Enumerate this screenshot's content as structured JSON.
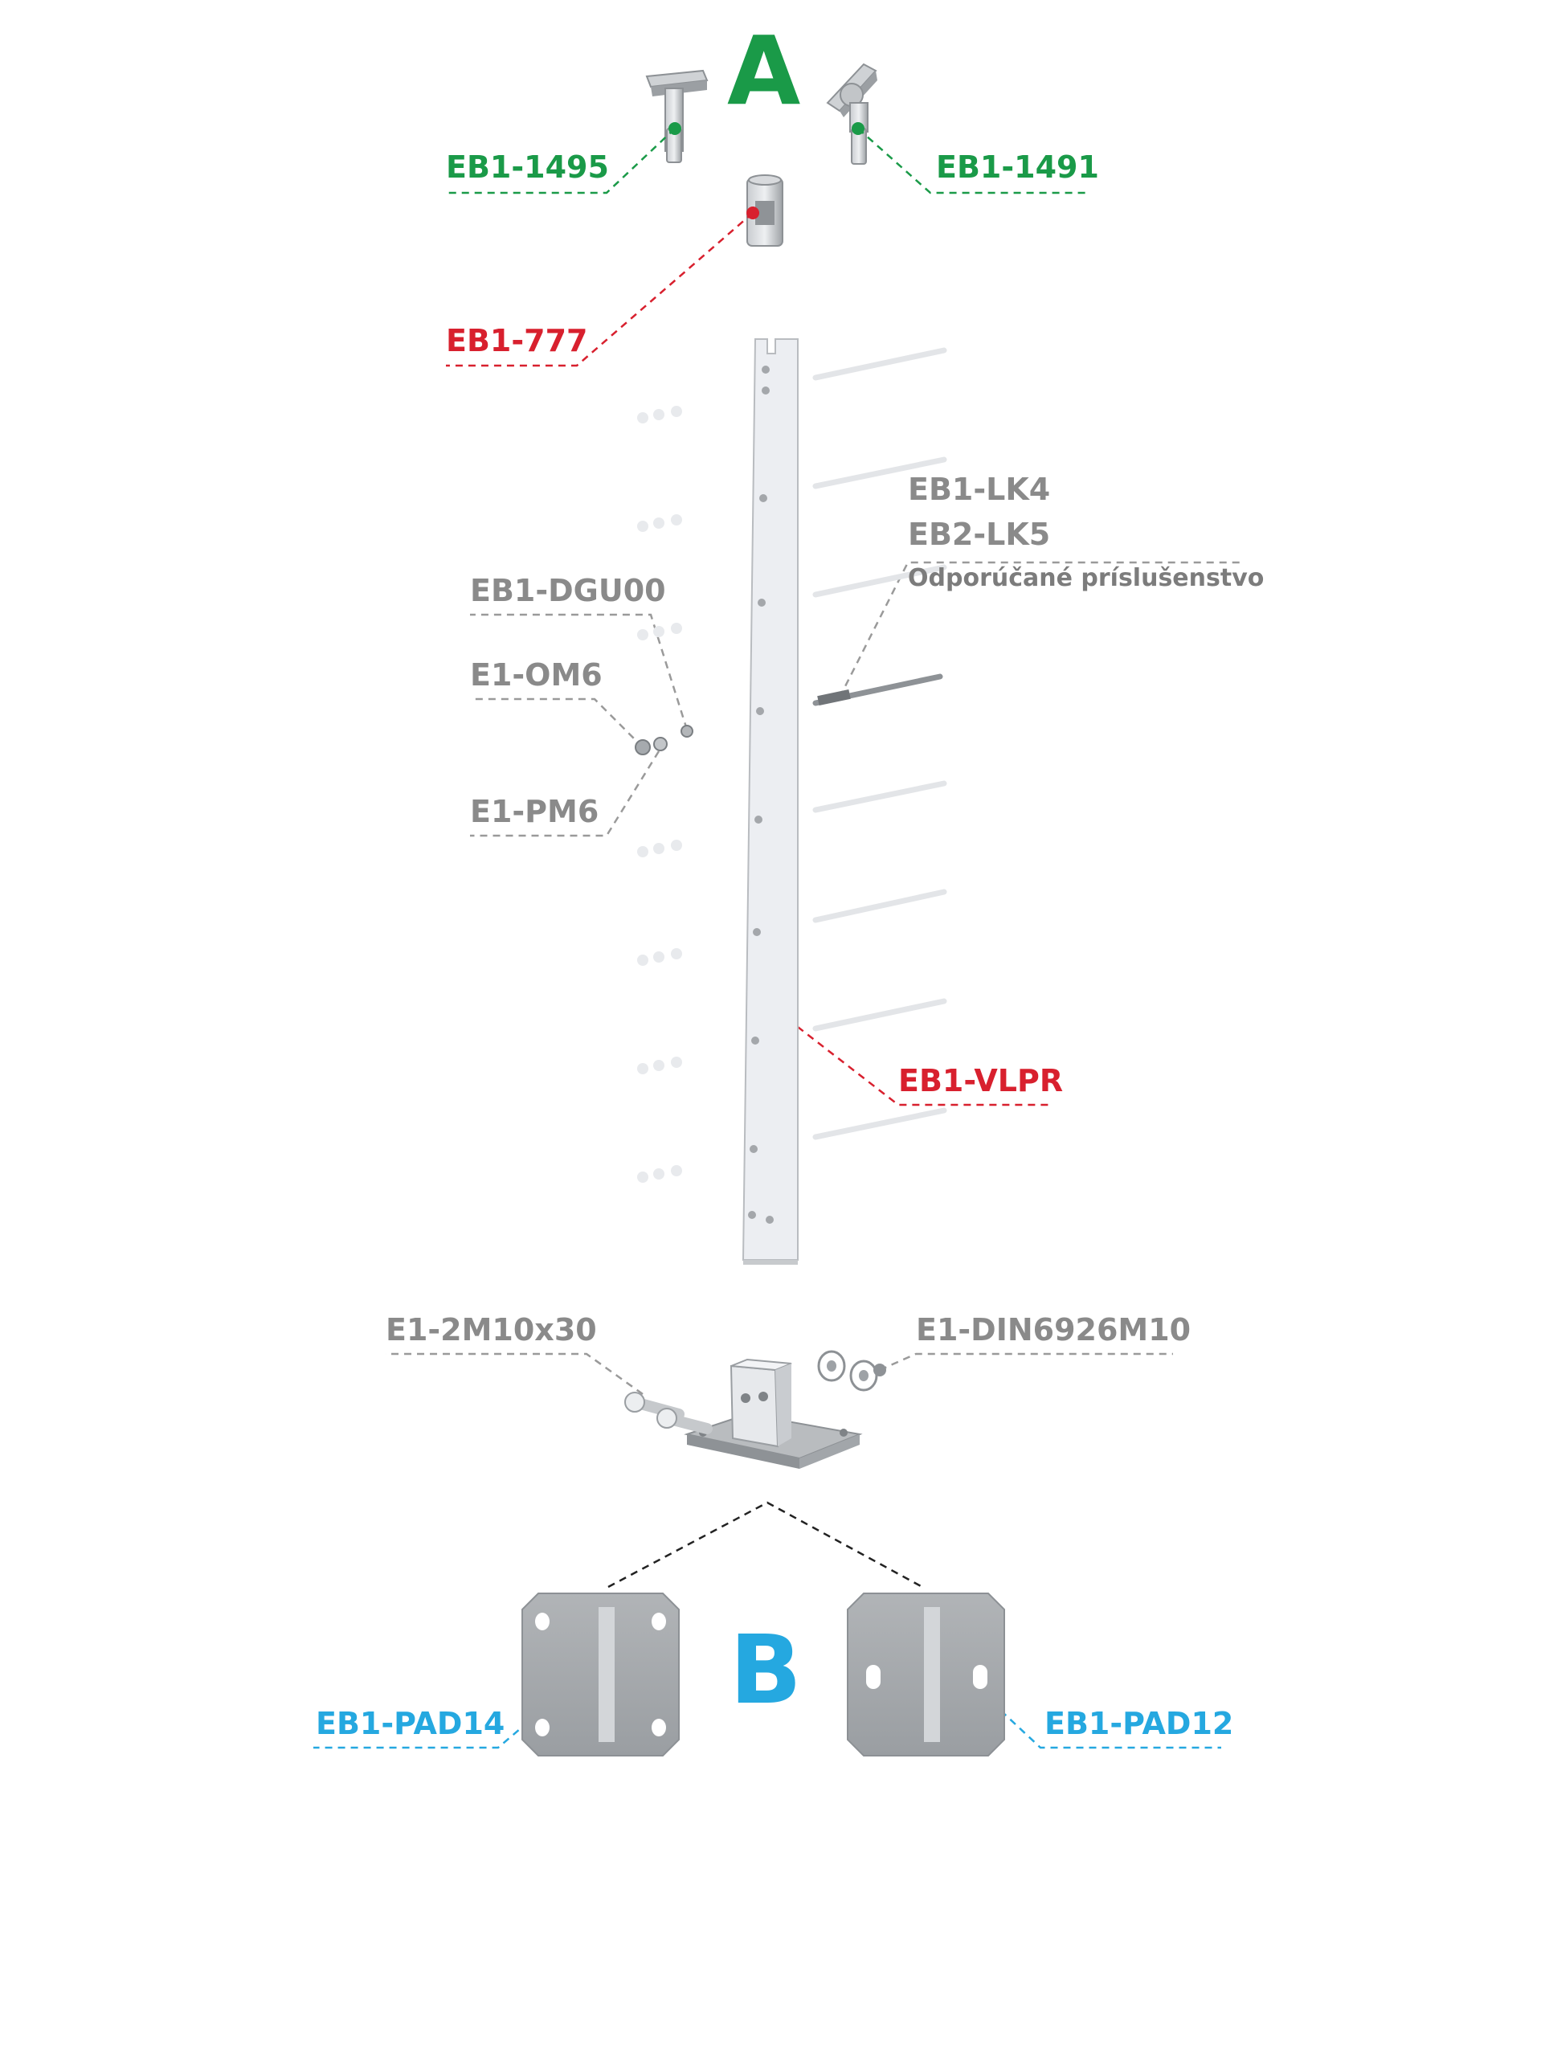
{
  "section_a": "A",
  "section_b": "B",
  "labels": {
    "eb1_1495": "EB1-1495",
    "eb1_1491": "EB1-1491",
    "eb1_777": "EB1-777",
    "eb1_lk4": "EB1-LK4",
    "eb2_lk5": "EB2-LK5",
    "recommended": "Odporúčané príslušenstvo",
    "eb1_dgu00": "EB1-DGU00",
    "e1_om6": "E1-OM6",
    "e1_pm6": "E1-PM6",
    "eb1_vlpr": "EB1-VLPR",
    "e1_2m10x30": "E1-2M10x30",
    "e1_din6926m10": "E1-DIN6926M10",
    "eb1_pad14": "EB1-PAD14",
    "eb1_pad12": "EB1-PAD12"
  },
  "colors": {
    "green": "#1a9a48",
    "red": "#d8202e",
    "gray": "#8a8a8a",
    "blue": "#25a8e0",
    "metal": "#a7aaad"
  }
}
